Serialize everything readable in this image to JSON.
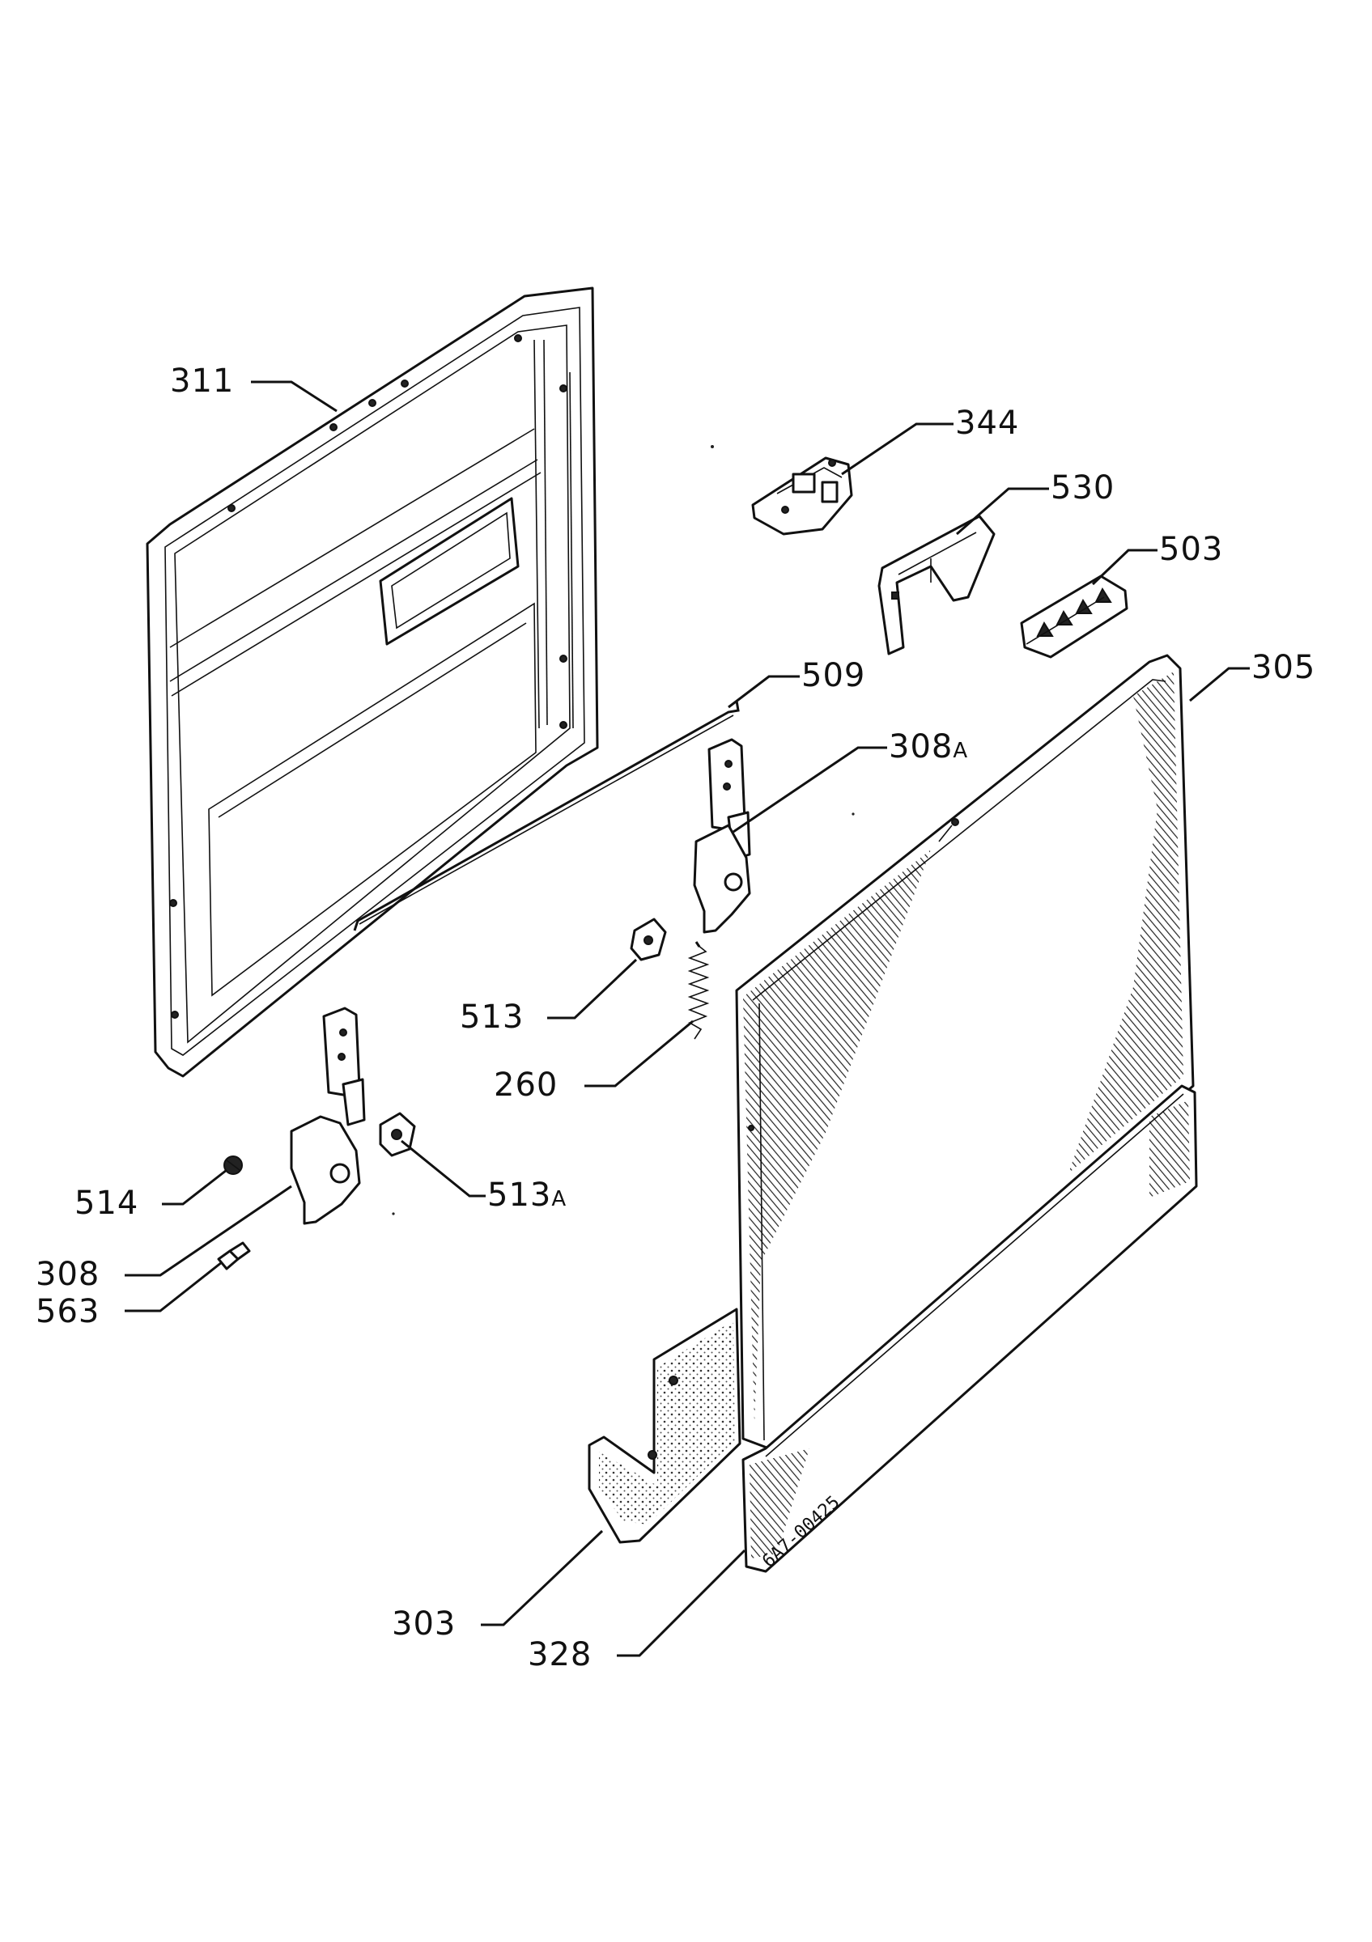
{
  "callouts": [
    {
      "id": "c311",
      "number": "311",
      "suffix": ""
    },
    {
      "id": "c344",
      "number": "344",
      "suffix": ""
    },
    {
      "id": "c530",
      "number": "530",
      "suffix": ""
    },
    {
      "id": "c503",
      "number": "503",
      "suffix": ""
    },
    {
      "id": "c509",
      "number": "509",
      "suffix": ""
    },
    {
      "id": "c305",
      "number": "305",
      "suffix": ""
    },
    {
      "id": "c308a",
      "number": "308",
      "suffix": "A"
    },
    {
      "id": "c513",
      "number": "513",
      "suffix": ""
    },
    {
      "id": "c260",
      "number": "260",
      "suffix": ""
    },
    {
      "id": "c513a",
      "number": "513",
      "suffix": "A"
    },
    {
      "id": "c514",
      "number": "514",
      "suffix": ""
    },
    {
      "id": "c308",
      "number": "308",
      "suffix": ""
    },
    {
      "id": "c563",
      "number": "563",
      "suffix": ""
    },
    {
      "id": "c303",
      "number": "303",
      "suffix": ""
    },
    {
      "id": "c328",
      "number": "328",
      "suffix": ""
    }
  ],
  "drawing_code": "6A7-00425"
}
